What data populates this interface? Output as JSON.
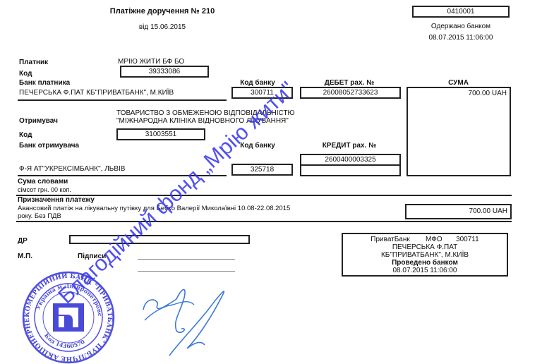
{
  "document": {
    "title": "Платіжне доручення  № 210",
    "date": "від 15.06.2015",
    "form_code": "0410001",
    "received_label": "Одержано банком",
    "received_datetime": "08.07.2015 11:06:00"
  },
  "payer": {
    "label": "Платник",
    "name": "МРІЮ ЖИТИ БФ БО",
    "code_label": "Код",
    "code": "39333086",
    "bank_label": "Банк платника",
    "bank": "ПЕЧЕРСЬКА Ф.ПАТ КБ\"ПРИВАТБАНК\", М.КИЇВ",
    "bank_code_label": "Код банку",
    "bank_code": "300711",
    "debit_label": "ДЕБЕТ рах. №",
    "debit_account": "26008052733623"
  },
  "amount": {
    "label": "СУМА",
    "value": "700.00 UAH"
  },
  "recipient": {
    "label": "Отримувач",
    "name_line1": "ТОВАРИСТВО З ОБМЕЖЕНОЮ ВІДПОВІДАЛЬНІСТЮ",
    "name_line2": "\"МІЖНАРОДНА КЛІНІКА ВІДНОВНОГО ЛІКУВАННЯ\"",
    "code_label": "Код",
    "code": "31003551",
    "bank_label": "Банк отримувача",
    "bank": "Ф-Я АТ\"УКРЕКСІМБАНК\", ЛЬВІВ",
    "bank_code_label": "Код банку",
    "bank_code": "325718",
    "credit_label": "КРЕДИТ рах. №",
    "credit_account": "2600400003325"
  },
  "sum_words": {
    "label": "Сума словами",
    "value": "сімсот грн. 00 коп."
  },
  "purpose": {
    "label": "Призначення платежу",
    "line1": "Авансовий платіж на лікувальну путівку для Бебко Валерії Миколаївні 10.08-22.08.2015",
    "line2": "року. Без ПДВ",
    "amount": "700.00 UAH"
  },
  "footer": {
    "dr_label": "ДР",
    "mp_label": "М.П.",
    "signatures_label": "Підписи"
  },
  "bank_stamp": {
    "bank": "ПриватБанк",
    "mfo_label": "МФО",
    "mfo": "300711",
    "branch_line1": "ПЕЧЕРСЬКА Ф.ПАТ",
    "branch_line2": "КБ\"ПРИВАТБАНК\", М.КИЇВ",
    "status": "Проведено банком",
    "datetime": "08.07.2015 11:06:00"
  },
  "seal": {
    "outer_text": "КОМЕРЦІЙНИЙ БАНК \"ПРИВАТБАНК\" ПУБЛІЧНЕ АКЦІОНЕРНЕ ТОВАРИСТВО",
    "inner_text": "Україна м.Дніпропетровськ",
    "code": "Код 14360570"
  },
  "watermark": {
    "text": "Благодійний фонд „Мрію жити\"",
    "color": "#3333ee"
  }
}
